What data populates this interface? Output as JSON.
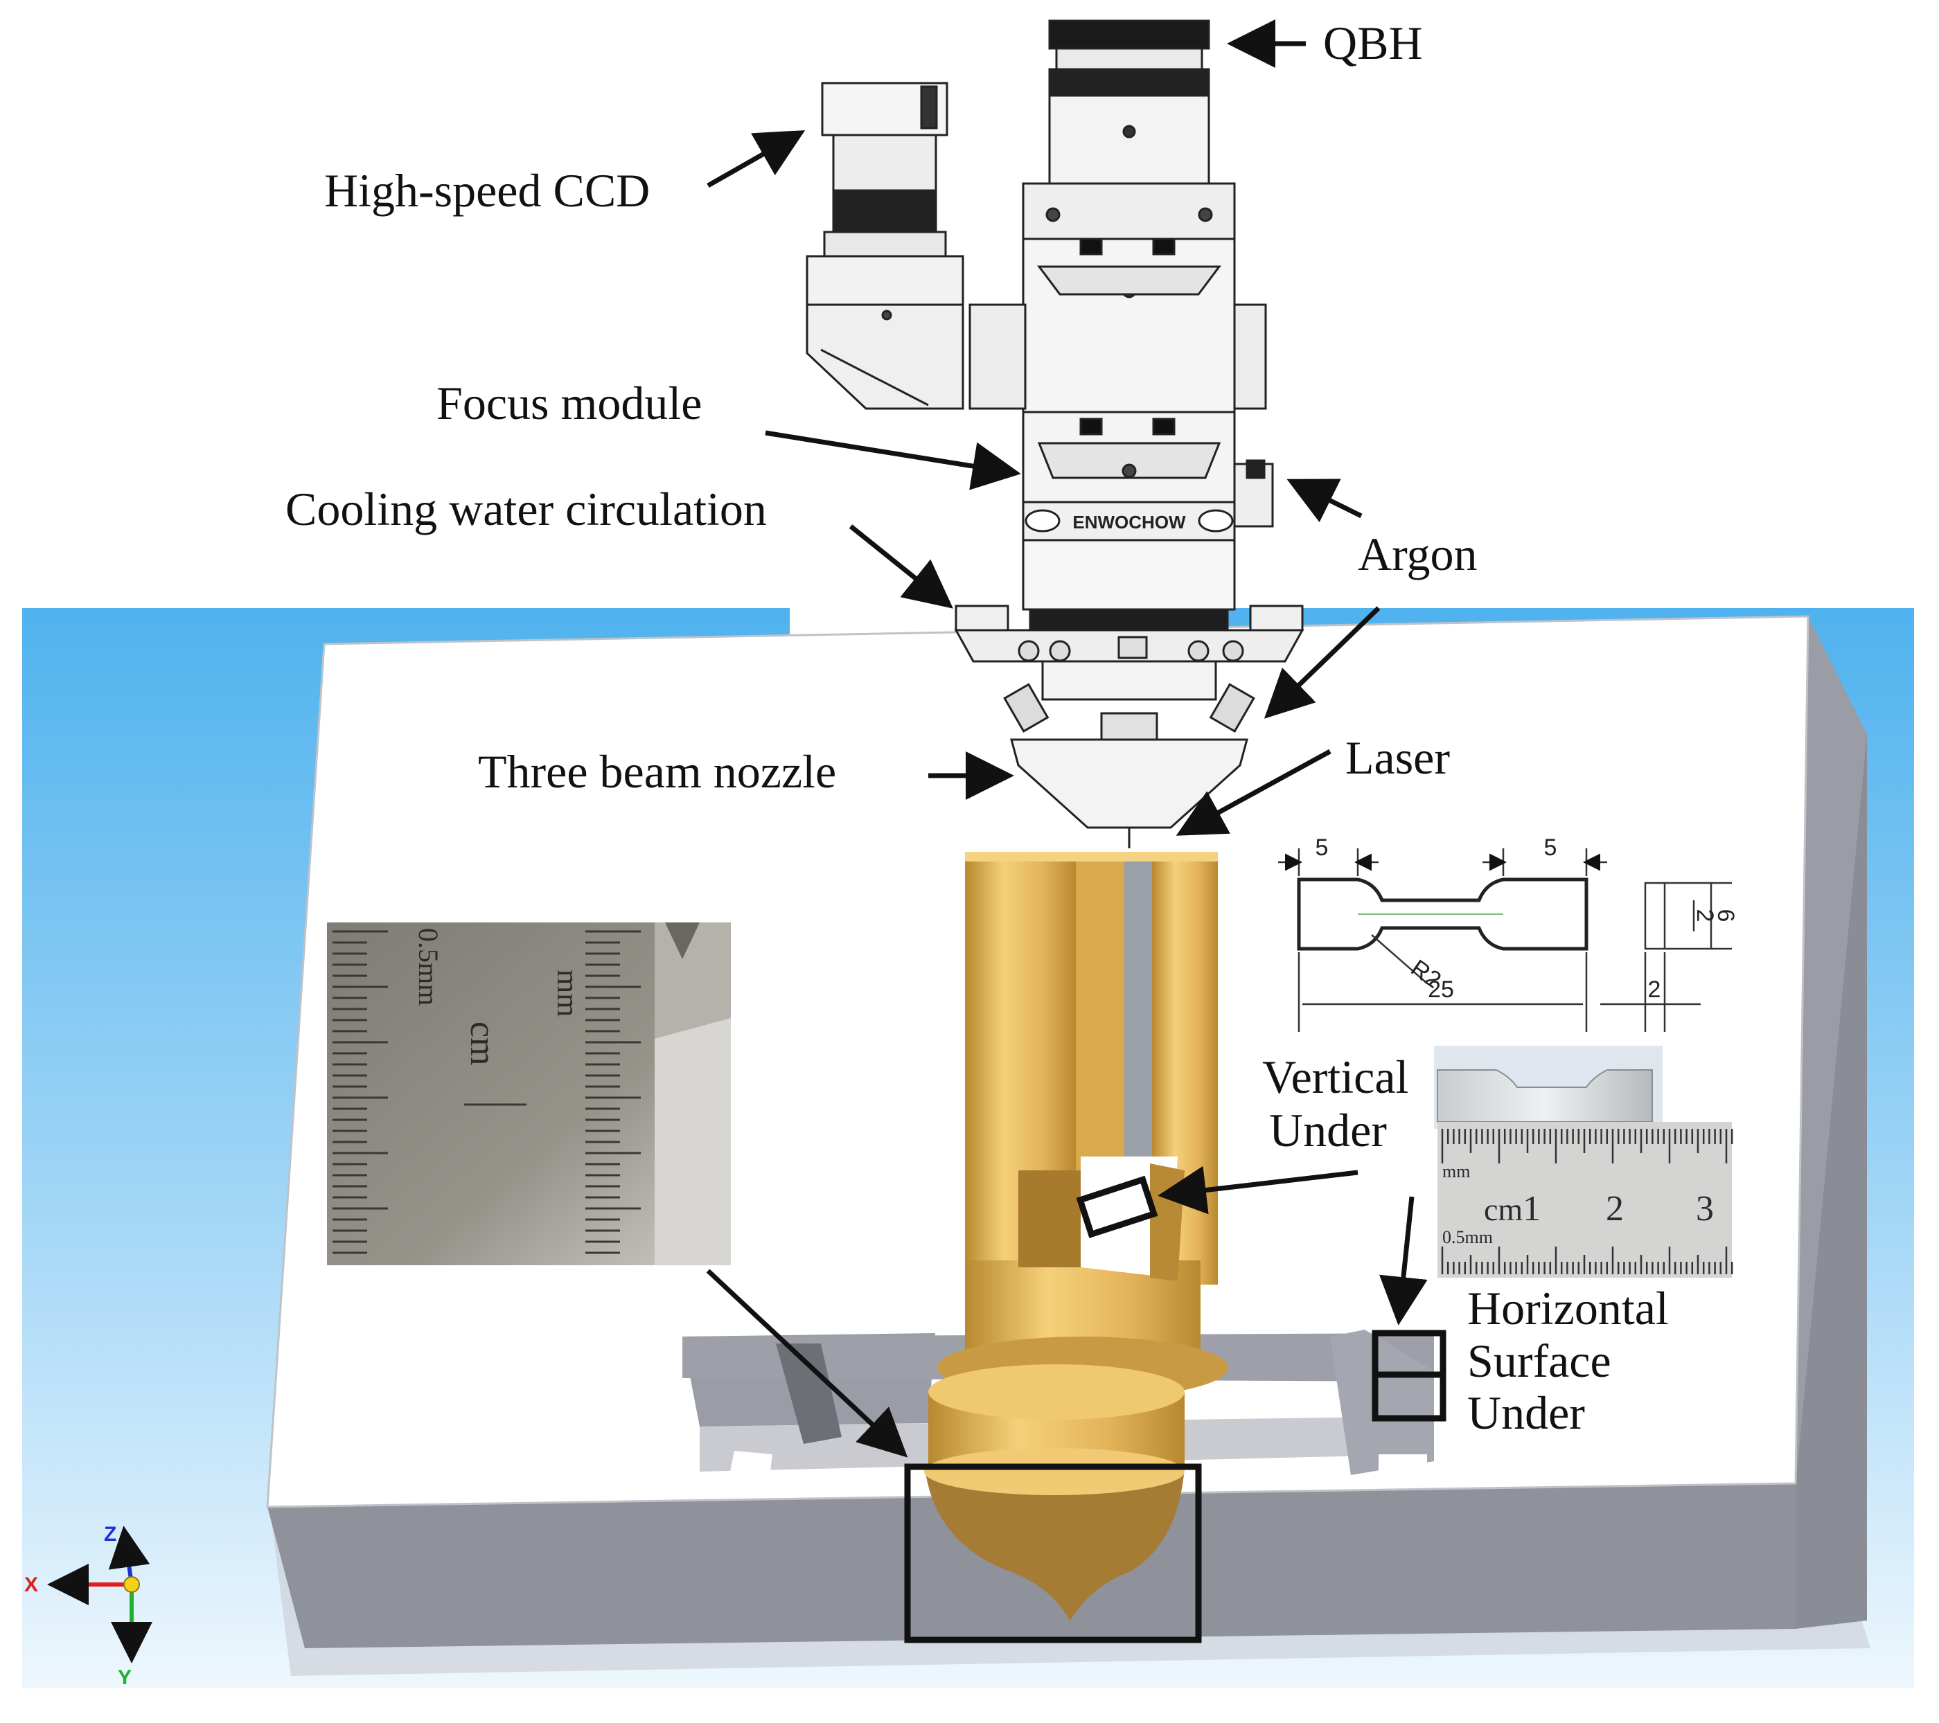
{
  "labels": {
    "qbh": "QBH",
    "ccd": "High-speed CCD",
    "focus": "Focus module",
    "cooling": "Cooling water circulation",
    "argon": "Argon",
    "nozzle": "Three beam nozzle",
    "laser": "Laser",
    "vertical_line1": "Vertical",
    "vertical_line2": "Under",
    "horizontal_line1": "Horizontal",
    "horizontal_line2": "Surface",
    "horizontal_line3": "Under"
  },
  "head_branding": "ENWOCHOW",
  "specimen_drawing": {
    "dim_grip_left": "5",
    "dim_grip_right": "5",
    "dim_length": "25",
    "dim_radius": "R2",
    "dim_thick": "2",
    "dim_gauge_w": "2",
    "dim_total_w": "6"
  },
  "ruler_left": {
    "unit_mm": "mm",
    "unit_cm": "cm",
    "small_scale": "0.5mm"
  },
  "ruler_right": {
    "unit_mm": "mm",
    "unit_cm": "cm",
    "small_scale": "0.5mm",
    "marks": [
      "1",
      "2",
      "3"
    ]
  },
  "axes": {
    "z": "Z",
    "x": "X",
    "y": "Y"
  },
  "colors": {
    "sky": "#5fb8ee",
    "block_top": "#ffffff",
    "block_side": "#8a8c96",
    "part_gold": "#e7b95a",
    "arrow": "#111111"
  }
}
